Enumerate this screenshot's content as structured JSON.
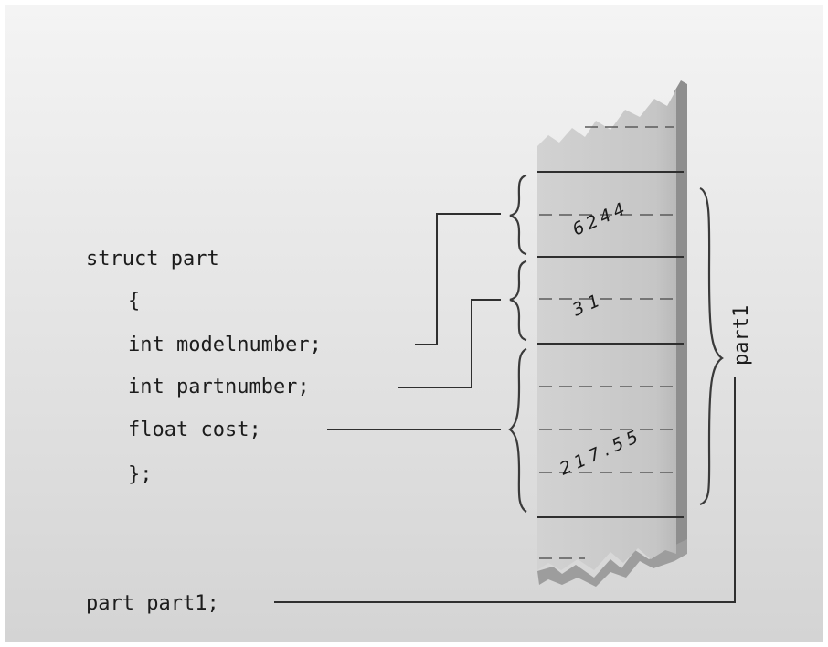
{
  "code": {
    "line1": "struct part",
    "line2": "{",
    "line3": "int modelnumber;",
    "line4": "int partnumber;",
    "line5": "float cost;",
    "line6": "};",
    "declaration": "part part1;"
  },
  "memory": {
    "modelnumber_value": "6244",
    "partnumber_value": "31",
    "cost_value": "217.55"
  },
  "variable_label": "part1",
  "colors": {
    "background_top": "#f2f2f2",
    "background_bottom": "#d6d6d6",
    "memory_fill": "#c9c9c9",
    "memory_shadow": "#a3a3a3",
    "line": "#3a3a3a"
  }
}
